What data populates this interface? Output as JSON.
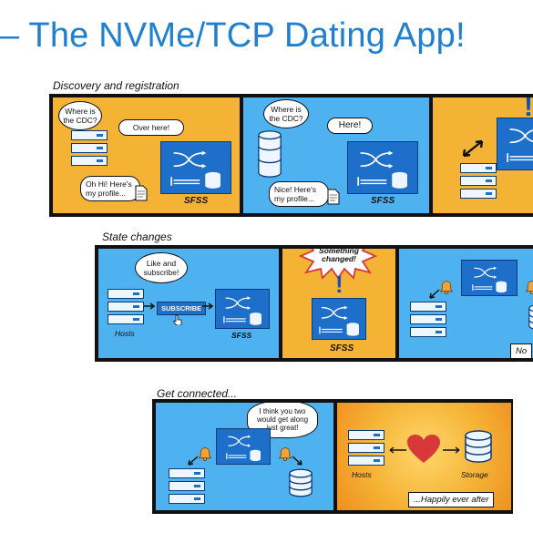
{
  "title": "– The NVMe/TCP Dating App!",
  "sections": {
    "discovery": {
      "label": "Discovery and registration",
      "panel1": {
        "bubble_where": "Where is the CDC?",
        "bubble_over": "Over here!",
        "bubble_profile": "Oh Hi! Here's my profile...",
        "sfss": "SFSS"
      },
      "panel2": {
        "bubble_where": "Where is the CDC?",
        "bubble_here": "Here!",
        "bubble_profile": "Nice! Here's my profile...",
        "sfss": "SFSS"
      },
      "panel3": {
        "exclaim": "!"
      }
    },
    "state": {
      "label": "State changes",
      "panel1": {
        "bubble_like": "Like and subscribe!",
        "subscribe_btn": "SUBSCRIBE",
        "hosts": "Hosts",
        "sfss": "SFSS"
      },
      "panel2": {
        "burst": "Something changed!",
        "exclaim": "!",
        "sfss": "SFSS"
      },
      "panel3": {
        "caption": "No"
      }
    },
    "connect": {
      "label": "Get connected...",
      "panel1": {
        "bubble": "I think you two would get along just great!"
      },
      "panel2": {
        "hosts": "Hosts",
        "storage": "Storage",
        "caption": "...Happily ever after"
      }
    }
  },
  "colors": {
    "title": "#1f7fd0",
    "orange": "#f5b335",
    "blue": "#4fb2f0",
    "sfss": "#1d6fc9",
    "heart": "#d9383a"
  },
  "icons": [
    "server-icon",
    "database-icon",
    "switch-icon",
    "bell-icon",
    "heart-icon",
    "document-icon",
    "pointer-hand-icon"
  ]
}
